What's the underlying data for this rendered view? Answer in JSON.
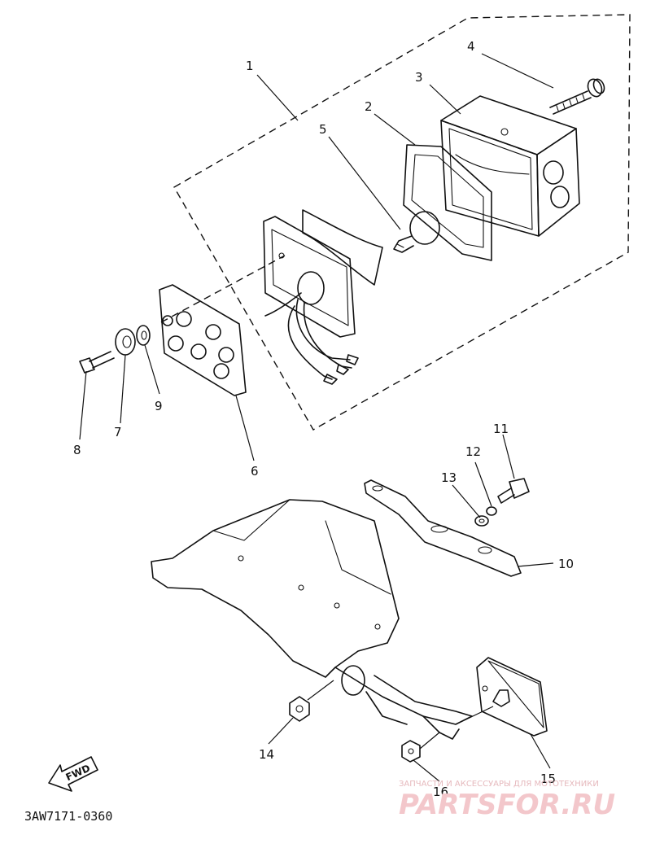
{
  "diagram": {
    "code": "3AW7171-0360",
    "fwd_label": "FWD",
    "callouts": [
      {
        "id": "1",
        "label": "1"
      },
      {
        "id": "2",
        "label": "2"
      },
      {
        "id": "3",
        "label": "3"
      },
      {
        "id": "4",
        "label": "4"
      },
      {
        "id": "5",
        "label": "5"
      },
      {
        "id": "6",
        "label": "6"
      },
      {
        "id": "7",
        "label": "7"
      },
      {
        "id": "8",
        "label": "8"
      },
      {
        "id": "9",
        "label": "9"
      },
      {
        "id": "10",
        "label": "10"
      },
      {
        "id": "11",
        "label": "11"
      },
      {
        "id": "12",
        "label": "12"
      },
      {
        "id": "13",
        "label": "13"
      },
      {
        "id": "14",
        "label": "14"
      },
      {
        "id": "15",
        "label": "15"
      },
      {
        "id": "16",
        "label": "16"
      }
    ]
  },
  "watermark": {
    "tagline": "ЗАПЧАСТИ И АКСЕССУАРЫ ДЛЯ МОТОТЕХНИКИ",
    "brand": "PARTSFOR.RU",
    "color": "#e8a0a6"
  }
}
